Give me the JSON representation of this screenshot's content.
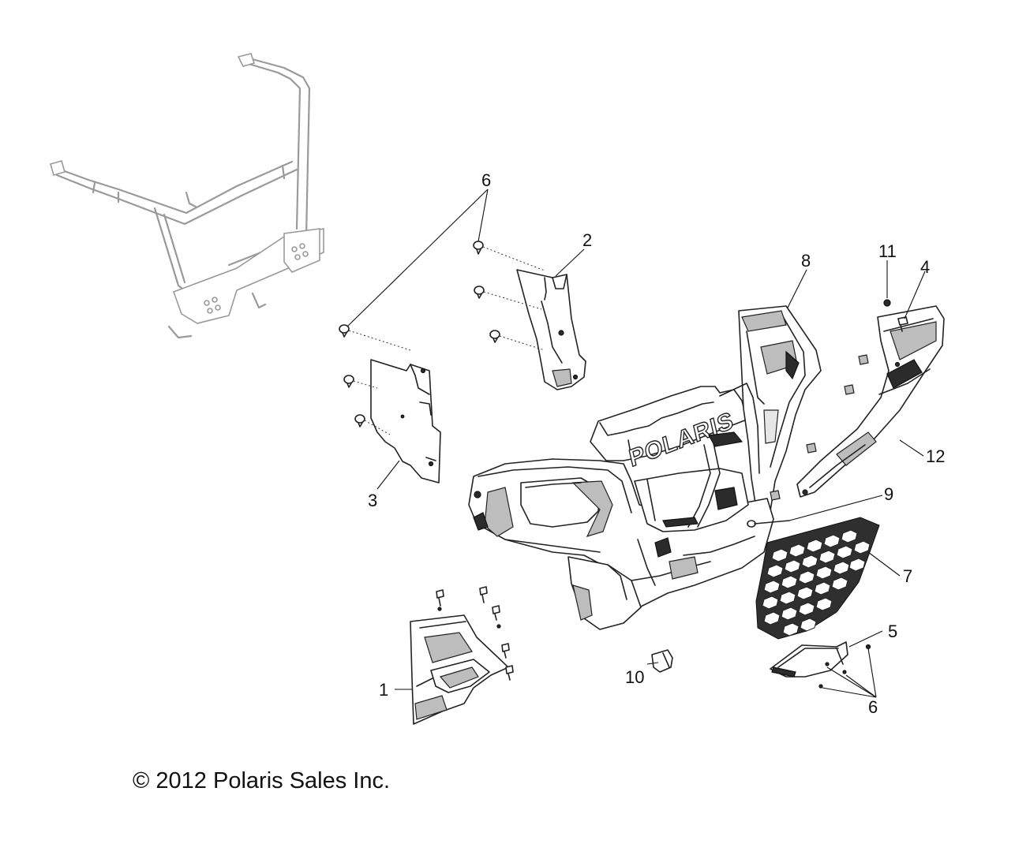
{
  "diagram": {
    "callouts": {
      "c1": "1",
      "c2": "2",
      "c3": "3",
      "c4": "4",
      "c5": "5",
      "c6a": "6",
      "c6b": "6",
      "c7": "7",
      "c8": "8",
      "c9": "9",
      "c10": "10",
      "c11": "11",
      "c12": "12"
    },
    "bumper_logo": "POLARIS",
    "copyright": "© 2012 Polaris Sales Inc."
  }
}
